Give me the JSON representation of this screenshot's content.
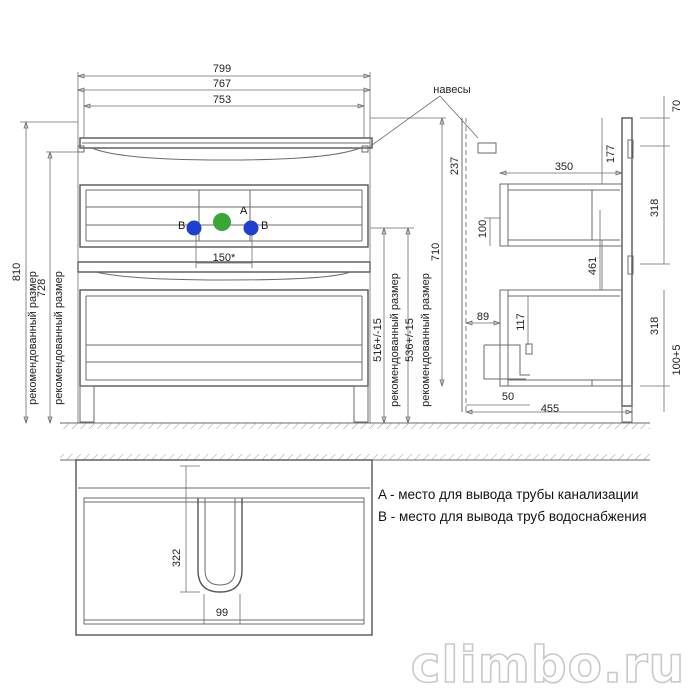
{
  "front": {
    "width_outer": "799",
    "width_mid": "767",
    "width_inner": "753",
    "hinges_label": "навесы",
    "marker_a": "A",
    "marker_b": "B",
    "spacing_b": "150*",
    "height_total": "810",
    "height_rec_728": "728",
    "rec_label": "рекомендованный размер",
    "height_516": "516+/-15",
    "height_536": "536+/-15",
    "height_710": "710"
  },
  "side": {
    "d_70": "70",
    "d_237": "237",
    "d_177": "177",
    "d_350": "350",
    "d_318_top": "318",
    "d_100": "100",
    "d_461": "461",
    "d_89": "89",
    "d_117": "117",
    "d_318_bottom": "318",
    "d_100_5": "100+5",
    "d_50": "50",
    "d_455": "455"
  },
  "bottom": {
    "d_322": "322",
    "d_99": "99"
  },
  "legend": {
    "line_a": "A - место для вывода трубы канализации",
    "line_b": "B - место для вывода труб водоснабжения"
  },
  "watermark": "climbo.ru",
  "colors": {
    "marker_a": "#3aa63a",
    "marker_b": "#1f3fd1",
    "line": "#6b6b6b"
  }
}
